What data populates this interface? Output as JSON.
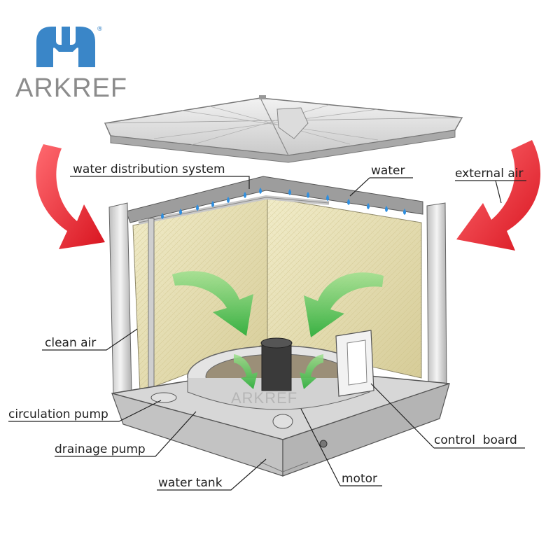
{
  "brand": {
    "name": "ARKREF",
    "registered_mark": "®",
    "watermark": "ARKREF",
    "logo_color": "#3a86c8"
  },
  "labels": {
    "water_distribution_system": "water distribution system",
    "water": "water",
    "external_air": "external air",
    "clean_air": "clean air",
    "circulation_pump": "circulation pump",
    "drainage_pump": "drainage pump",
    "water_tank": "water tank",
    "control_board": "control  board",
    "motor": "motor"
  },
  "colors": {
    "external_air_arrow": "#e8283a",
    "clean_air_arrow": "#5cc85c",
    "water_drop": "#2f8fe0",
    "cooling_pad": "#e6dfb4",
    "housing": "#d8d8d8"
  }
}
